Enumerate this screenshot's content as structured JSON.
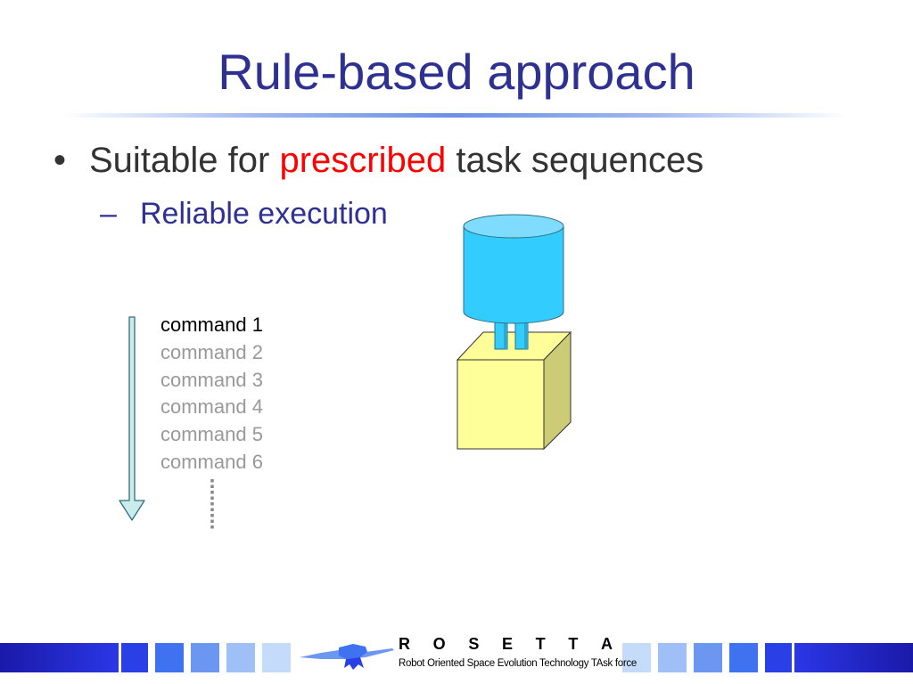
{
  "slide": {
    "title": "Rule-based approach",
    "bullet": {
      "marker": "•",
      "text_before": "Suitable for ",
      "highlight": "prescribed",
      "text_after": " task sequences"
    },
    "sub_bullet": {
      "marker": "–",
      "text": "Reliable execution"
    },
    "commands": [
      {
        "label": "command 1",
        "state": "active"
      },
      {
        "label": "command 2",
        "state": "pending"
      },
      {
        "label": "command 3",
        "state": "pending"
      },
      {
        "label": "command 4",
        "state": "pending"
      },
      {
        "label": "command 5",
        "state": "pending"
      },
      {
        "label": "command 6",
        "state": "pending"
      }
    ]
  },
  "footer": {
    "logo_letters": [
      "R",
      "O",
      "S",
      "E",
      "T",
      "T",
      "A"
    ],
    "logo_subtitle": "Robot Oriented Space Evolution Technology TAsk force"
  },
  "colors": {
    "title": "#2e3192",
    "highlight": "#ff0000",
    "cylinder": "#33ccff",
    "box": "#ffff99",
    "arrow": "#ccebeb"
  }
}
